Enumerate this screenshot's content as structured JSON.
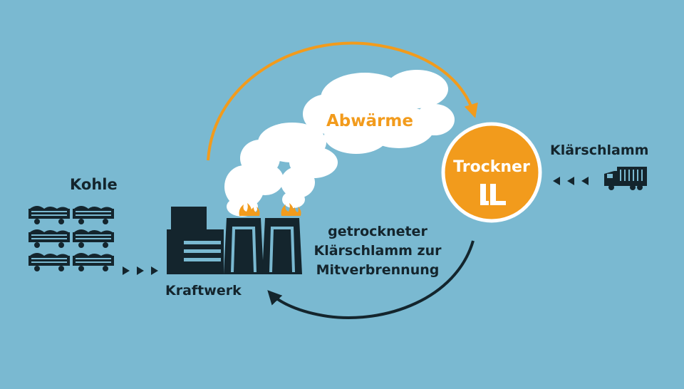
{
  "labels": {
    "kohle": "Kohle",
    "kraftwerk": "Kraftwerk",
    "klaerschlamm": "Klärschlamm",
    "abwaerme": "Abwärme",
    "trockner": "Trockner",
    "return_lines": [
      "getrockneter",
      "Klärschlamm zur",
      "Mitverbrennung"
    ]
  },
  "icons": {
    "coal_wagons": "coal-wagon-icon",
    "power_plant": "power-plant-icon",
    "cloud": "smoke-cloud-icon",
    "dryer": "dryer-icon",
    "truck": "truck-icon",
    "logo": "LL-logo-icon"
  },
  "colors": {
    "background": "#7ab9d1",
    "dark": "#14252d",
    "accent": "#f29b1c",
    "cloud": "#ffffff"
  }
}
